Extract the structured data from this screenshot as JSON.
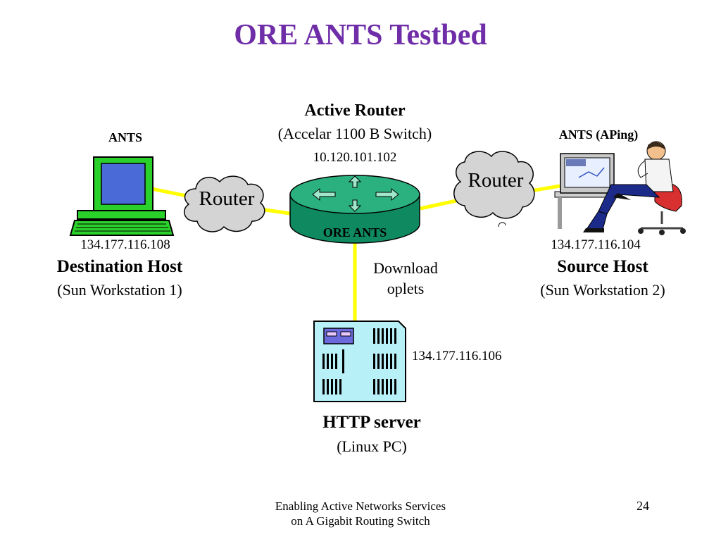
{
  "slide": {
    "title": "ORE ANTS Testbed",
    "title_color": "#6f2da8",
    "page_number": "24",
    "footer_line1": "Enabling Active Networks Services",
    "footer_line2": "on A Gigabit Routing Switch"
  },
  "active_router": {
    "heading": "Active Router",
    "subheading": "(Accelar 1100 B Switch)",
    "ip": "10.120.101.102",
    "device_label": "ORE ANTS",
    "icon": "router-icon",
    "color": "#1aa67a"
  },
  "left_cloud": {
    "label": "Router",
    "icon": "cloud-icon"
  },
  "right_cloud": {
    "label": "Router",
    "icon": "cloud-icon"
  },
  "destination_host": {
    "software": "ANTS",
    "ip": "134.177.116.108",
    "name": "Destination Host",
    "detail": "(Sun Workstation 1)",
    "icon": "workstation-icon",
    "color": "#2bd12b"
  },
  "source_host": {
    "software": "ANTS (APing)",
    "ip": "134.177.116.104",
    "name": "Source Host",
    "detail": "(Sun Workstation 2)",
    "icon": "person-at-computer-icon"
  },
  "http_server": {
    "name": "HTTP server",
    "detail": "(Linux PC)",
    "ip": "134.177.116.106",
    "icon": "server-icon",
    "color": "#b8f0f8"
  },
  "download_note": {
    "line1": "Download",
    "line2": "oplets"
  },
  "link_color": "#ffff00"
}
